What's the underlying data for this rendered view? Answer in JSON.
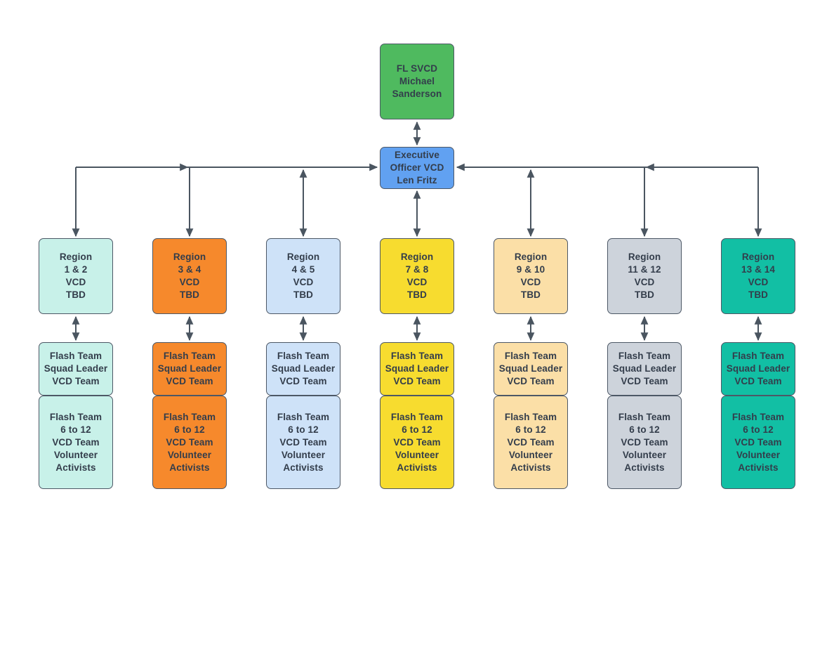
{
  "diagram": {
    "top_node": {
      "label": "FL SVCD\nMichael\nSanderson",
      "fill": "#4FBA5F"
    },
    "exec_node": {
      "label": "Executive\nOfficer VCD\nLen Fritz",
      "fill": "#61A1F1"
    },
    "shared": {
      "squad_label": "Flash Team\nSquad Leader\nVCD Team",
      "team_label": "Flash Team\n6 to 12\nVCD Team\nVolunteer\nActivists"
    },
    "columns": [
      {
        "region_label": "Region\n1 & 2\nVCD\nTBD",
        "fill": "#C8F1E9"
      },
      {
        "region_label": "Region\n3 & 4\nVCD\nTBD",
        "fill": "#F6892C"
      },
      {
        "region_label": "Region\n4 & 5\nVCD\nTBD",
        "fill": "#CEE2F8"
      },
      {
        "region_label": "Region\n7 & 8\nVCD\nTBD",
        "fill": "#F7DC2F"
      },
      {
        "region_label": "Region\n9 & 10\nVCD\nTBD",
        "fill": "#FBDFA7"
      },
      {
        "region_label": "Region\n11 & 12\nVCD\nTBD",
        "fill": "#CDD3DB"
      },
      {
        "region_label": "Region\n13 & 14\nVCD\nTBD",
        "fill": "#12BFA4"
      }
    ],
    "colors": {
      "border": "#4d5866",
      "text": "#333d4b",
      "arrow": "#4a5560",
      "background": "#ffffff"
    }
  }
}
